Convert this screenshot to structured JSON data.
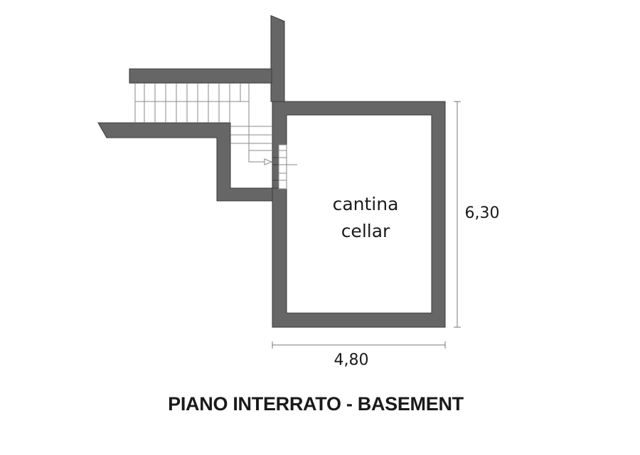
{
  "plan": {
    "room_label_it": "cantina",
    "room_label_en": "cellar",
    "dim_width": "4,80",
    "dim_height": "6,30",
    "title": "PIANO INTERRATO - BASEMENT"
  },
  "colors": {
    "wall": "#666666",
    "wall_stroke": "#3a3a3a",
    "dimension_line": "#777777",
    "stair_line": "#888888",
    "text": "#1a1a1a"
  }
}
